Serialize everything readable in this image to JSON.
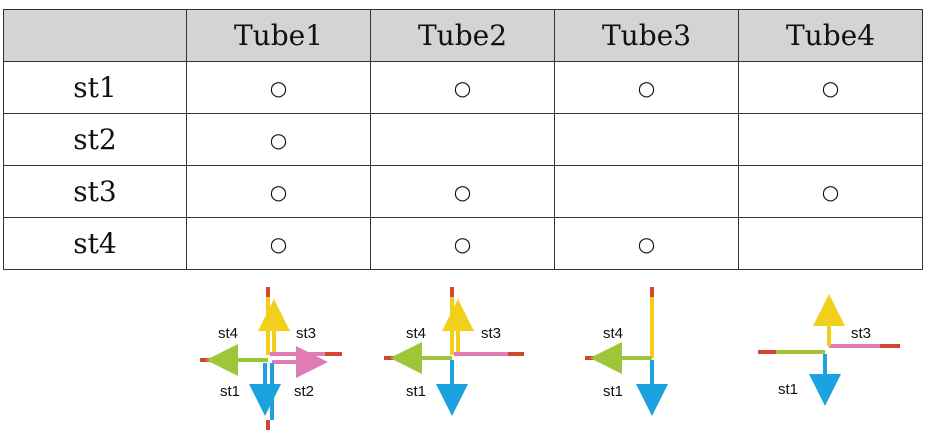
{
  "table": {
    "header": [
      "",
      "Tube1",
      "Tube2",
      "Tube3",
      "Tube4"
    ],
    "rows": [
      {
        "label": "st1",
        "cells": [
          "○",
          "○",
          "○",
          "○"
        ]
      },
      {
        "label": "st2",
        "cells": [
          "○",
          "",
          "",
          ""
        ]
      },
      {
        "label": "st3",
        "cells": [
          "○",
          "○",
          "",
          "○"
        ]
      },
      {
        "label": "st4",
        "cells": [
          "○",
          "○",
          "○",
          ""
        ]
      }
    ]
  },
  "diagrams": [
    {
      "labels": [
        "st4",
        "st3",
        "st1",
        "st2"
      ]
    },
    {
      "labels": [
        "st4",
        "st3",
        "st1"
      ]
    },
    {
      "labels": [
        "st4",
        "st1"
      ]
    },
    {
      "labels": [
        "st3",
        "st1"
      ]
    }
  ],
  "colors": {
    "up": "#f2cf1a",
    "left": "#9fc63a",
    "right": "#e07bb5",
    "down": "#1aa3df",
    "tip": "#d2452f",
    "header_bg": "#d4d4d4"
  }
}
